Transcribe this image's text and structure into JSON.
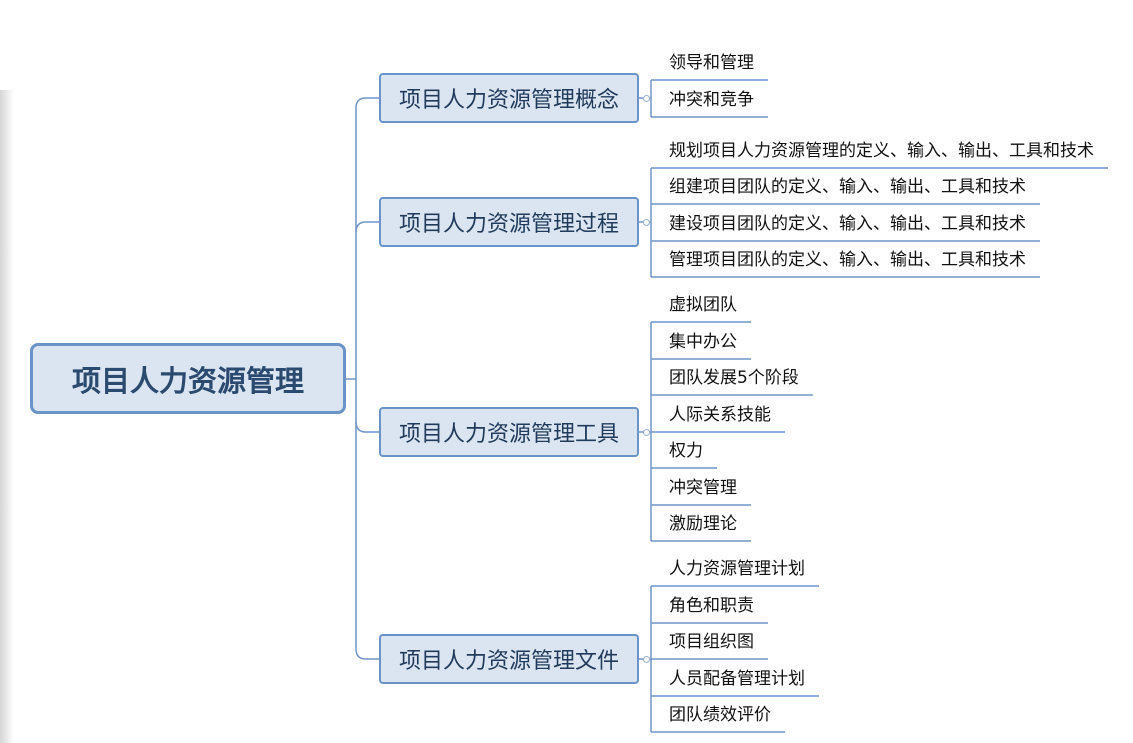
{
  "root": {
    "label": "项目人力资源管理"
  },
  "branches": [
    {
      "label": "项目人力资源管理概念",
      "leaves": [
        "领导和管理",
        "冲突和竞争"
      ]
    },
    {
      "label": "项目人力资源管理过程",
      "leaves": [
        "规划项目人力资源管理的定义、输入、输出、工具和技术",
        "组建项目团队的定义、输入、输出、工具和技术",
        "建设项目团队的定义、输入、输出、工具和技术",
        "管理项目团队的定义、输入、输出、工具和技术"
      ]
    },
    {
      "label": "项目人力资源管理工具",
      "leaves": [
        "虚拟团队",
        "集中办公",
        "团队发展5个阶段",
        "人际关系技能",
        "权力",
        "冲突管理",
        "激励理论"
      ]
    },
    {
      "label": "项目人力资源管理文件",
      "leaves": [
        "人力资源管理计划",
        "角色和职责",
        "项目组织图",
        "人员配备管理计划",
        "团队绩效评价"
      ]
    }
  ],
  "colors": {
    "node_fill": "#dbe5f1",
    "node_border": "#6a93c9",
    "connector": "#6f95c8",
    "root_text": "#2b4a6f"
  }
}
